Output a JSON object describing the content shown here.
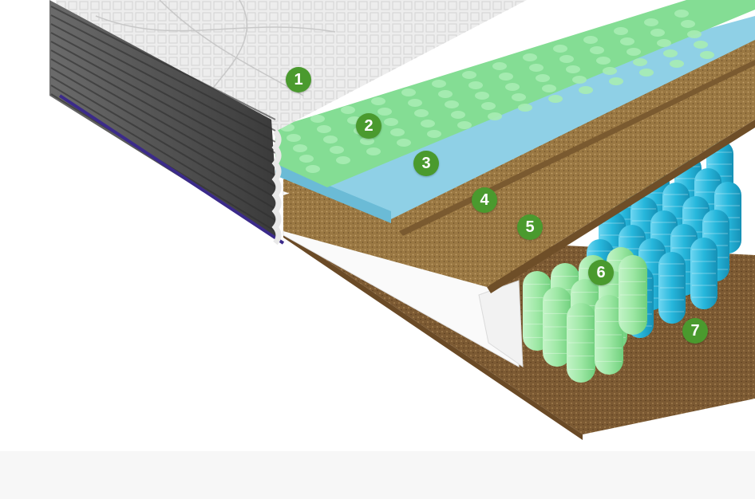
{
  "layer_badges": [
    {
      "label": "1"
    },
    {
      "label": "2"
    },
    {
      "label": "3"
    },
    {
      "label": "4"
    },
    {
      "label": "5"
    },
    {
      "label": "6"
    },
    {
      "label": "7"
    }
  ],
  "colors": {
    "badge": "#4a9a2e",
    "cover_top": "#ececec",
    "side_panel": "#4d4d4d",
    "piping": "#3b2a8a",
    "egg_foam": "#84dd94",
    "blue_foam": "#8fd0e6",
    "coir": "#9c7a45",
    "white_foam": "#fafafa",
    "spring_green": "#9ee8a5",
    "spring_blue": "#27b7dc"
  }
}
